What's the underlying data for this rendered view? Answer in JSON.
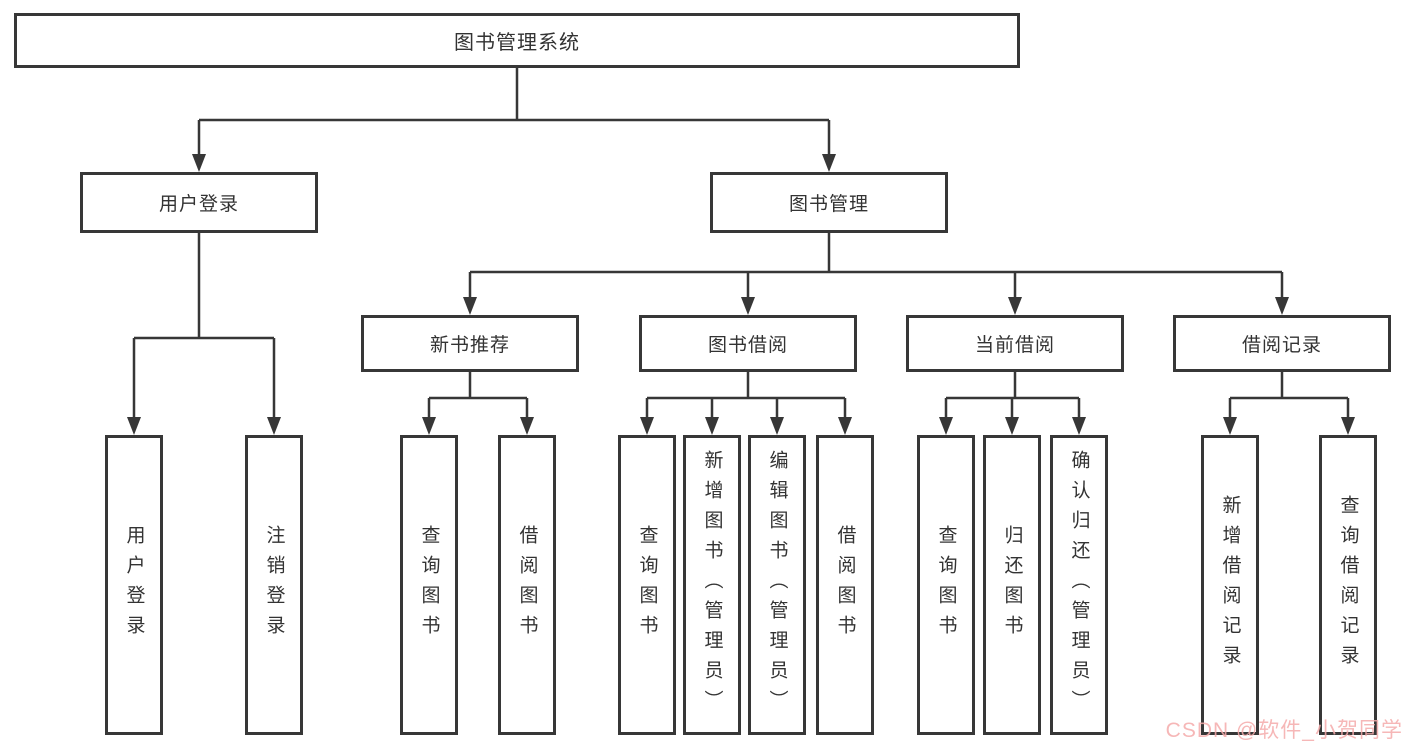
{
  "diagram_type": "hierarchy-tree",
  "root": {
    "label": "图书管理系统"
  },
  "branches": [
    {
      "label": "用户登录",
      "children": [
        {
          "label": "用户登录"
        },
        {
          "label": "注销登录"
        }
      ]
    },
    {
      "label": "图书管理",
      "sections": [
        {
          "label": "新书推荐",
          "children": [
            {
              "label": "查询图书"
            },
            {
              "label": "借阅图书"
            }
          ]
        },
        {
          "label": "图书借阅",
          "children": [
            {
              "label": "查询图书"
            },
            {
              "label": "新增图书（管理员）"
            },
            {
              "label": "编辑图书（管理员）"
            },
            {
              "label": "借阅图书"
            }
          ]
        },
        {
          "label": "当前借阅",
          "children": [
            {
              "label": "查询图书"
            },
            {
              "label": "归还图书"
            },
            {
              "label": "确认归还（管理员）"
            }
          ]
        },
        {
          "label": "借阅记录",
          "children": [
            {
              "label": "新增借阅记录"
            },
            {
              "label": "查询借阅记录"
            }
          ]
        }
      ]
    }
  ],
  "watermark": {
    "text": "CSDN @软件_小贺同学",
    "color": "#f4aaaa"
  },
  "colors": {
    "line": "#373737",
    "text": "#333333",
    "box_bg": "#ffffff"
  }
}
